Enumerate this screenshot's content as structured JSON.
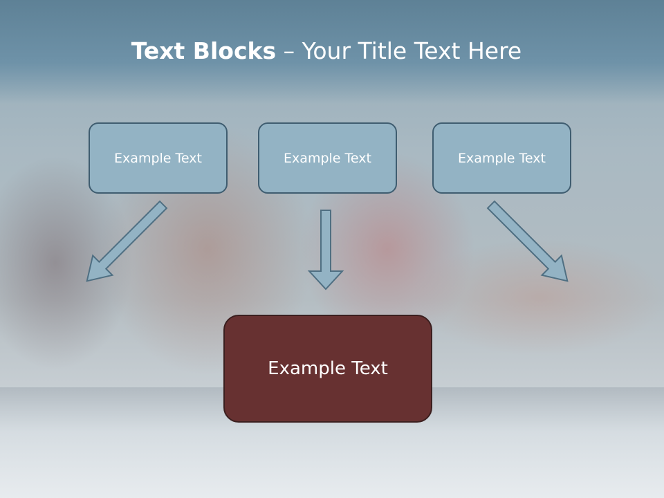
{
  "title": {
    "bold": "Text Blocks",
    "separator": " – ",
    "rest": "Your Title Text Here"
  },
  "blocks": [
    {
      "label": "Example Text"
    },
    {
      "label": "Example Text"
    },
    {
      "label": "Example Text"
    }
  ],
  "main_block": {
    "label": "Example Text"
  },
  "colors": {
    "small_box_fill": "#93b3c4",
    "small_box_border": "#3f5d70",
    "main_box_fill": "#673131",
    "arrow_fill": "#93b3c4",
    "arrow_stroke": "#4f6f82"
  }
}
